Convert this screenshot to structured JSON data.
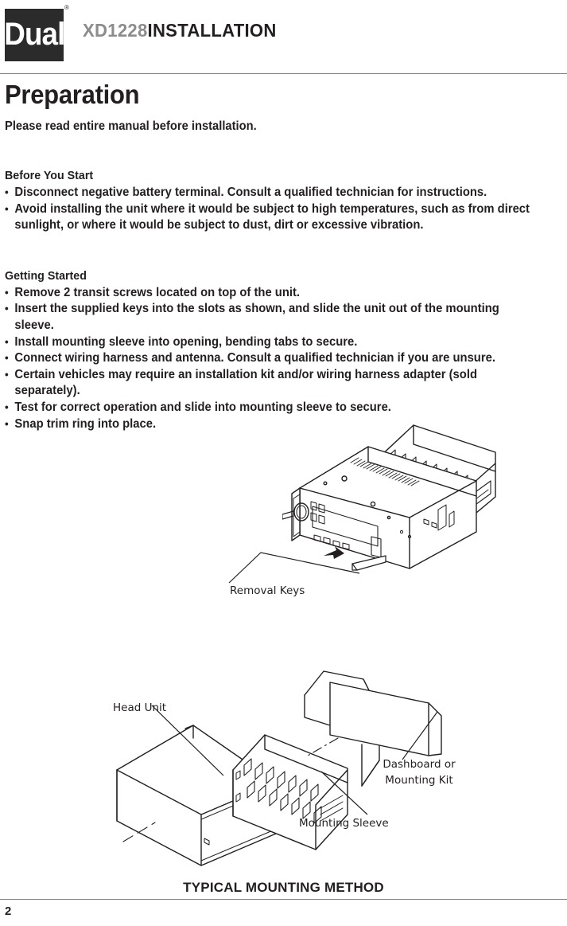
{
  "header": {
    "logo_text": "Dual",
    "registered_mark": "®",
    "model": "XD1228",
    "title_word": "INSTALLATION"
  },
  "page": {
    "section_title": "Preparation",
    "lead": "Please read entire manual before installation.",
    "page_number": "2",
    "figure_caption": "TYPICAL MOUNTING METHOD"
  },
  "before_you_start": {
    "heading": "Before You Start",
    "items": [
      "Disconnect negative battery terminal. Consult a qualified technician for instructions.",
      "Avoid installing the unit where it would be subject to high temperatures, such as from direct sunlight, or where it would be subject to dust, dirt or excessive vibration."
    ]
  },
  "getting_started": {
    "heading": "Getting Started",
    "items": [
      "Remove 2 transit screws located on top of the unit.",
      "Insert the supplied keys into the slots as shown, and slide the unit out of the mounting sleeve.",
      "Install mounting sleeve into opening, bending tabs to secure.",
      "Connect wiring harness and antenna. Consult a qualified technician if you are unsure.",
      "Certain vehicles may require an installation kit and/or wiring harness adapter (sold separately).",
      "Test for correct operation and slide into mounting sleeve to secure.",
      "Snap trim ring into place."
    ]
  },
  "figures": {
    "removal": {
      "label_removal_keys": "Removal Keys"
    },
    "mounting": {
      "label_head_unit": "Head Unit",
      "label_mounting_sleeve": "Mounting Sleeve",
      "label_dashboard_line1": "Dashboard or",
      "label_dashboard_line2": "Mounting Kit"
    }
  },
  "colors": {
    "logo_box": "#2b2b2b",
    "model_gray": "#8c8c8c",
    "text": "#231f20",
    "rule": "#808080"
  }
}
